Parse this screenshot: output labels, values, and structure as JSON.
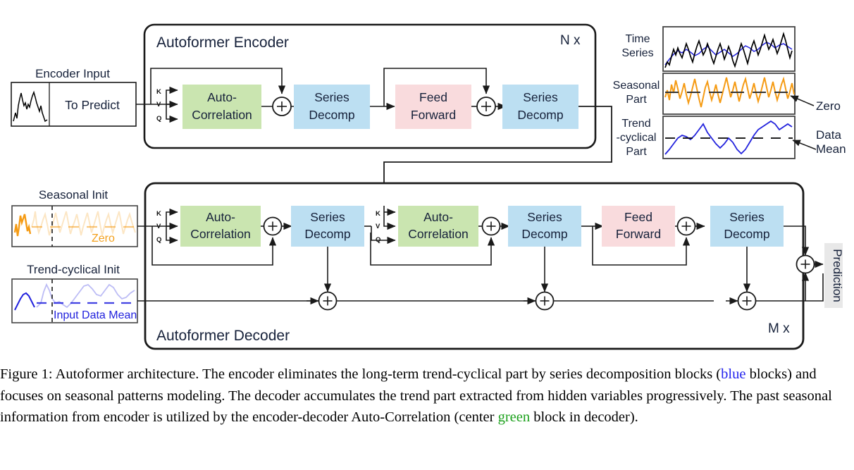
{
  "figure": {
    "encoder": {
      "title": "Autoformer Encoder",
      "repeat": "N x",
      "blocks": [
        {
          "id": "enc-autocorr",
          "line1": "Auto-",
          "line2": "Correlation",
          "color": "#cae5b0",
          "kind": "green"
        },
        {
          "id": "enc-decomp-1",
          "line1": "Series",
          "line2": "Decomp",
          "color": "#bcdff2",
          "kind": "blue"
        },
        {
          "id": "enc-ff",
          "line1": "Feed",
          "line2": "Forward",
          "color": "#f9dbdd",
          "kind": "pink"
        },
        {
          "id": "enc-decomp-2",
          "line1": "Series",
          "line2": "Decomp",
          "color": "#bcdff2",
          "kind": "blue"
        }
      ],
      "qkv": [
        "K",
        "V",
        "Q"
      ]
    },
    "decoder": {
      "title": "Autoformer Decoder",
      "repeat": "M x",
      "blocks": [
        {
          "id": "dec-autocorr-1",
          "line1": "Auto-",
          "line2": "Correlation",
          "color": "#cae5b0",
          "kind": "green"
        },
        {
          "id": "dec-decomp-1",
          "line1": "Series",
          "line2": "Decomp",
          "color": "#bcdff2",
          "kind": "blue"
        },
        {
          "id": "dec-autocorr-2",
          "line1": "Auto-",
          "line2": "Correlation",
          "color": "#cae5b0",
          "kind": "green"
        },
        {
          "id": "dec-decomp-2",
          "line1": "Series",
          "line2": "Decomp",
          "color": "#bcdff2",
          "kind": "blue"
        },
        {
          "id": "dec-ff",
          "line1": "Feed",
          "line2": "Forward",
          "color": "#f9dbdd",
          "kind": "pink"
        },
        {
          "id": "dec-decomp-3",
          "line1": "Series",
          "line2": "Decomp",
          "color": "#bcdff2",
          "kind": "blue"
        }
      ],
      "qkv": [
        "K",
        "V",
        "Q"
      ]
    },
    "inputs": {
      "encoder_input_label": "Encoder Input",
      "to_predict_label": "To Predict",
      "seasonal_init_label": "Seasonal Init",
      "trend_init_label": "Trend-cyclical Init",
      "zero_inline_label": "Zero",
      "input_data_mean_label": "Input Data Mean"
    },
    "output": {
      "prediction_label": "Prediction"
    },
    "plots": {
      "panels": [
        {
          "id": "time-series",
          "label_lines": [
            "Time",
            "Series"
          ],
          "annotation": null
        },
        {
          "id": "seasonal-part",
          "label_lines": [
            "Seasonal",
            "Part"
          ],
          "annotation": "Zero"
        },
        {
          "id": "trend-cyclical-part",
          "label_lines": [
            "Trend",
            "-cyclical",
            "Part"
          ],
          "annotation_lines": [
            "Data",
            "Mean"
          ]
        }
      ]
    },
    "operator_symbol": "+",
    "colors": {
      "green_block": "#cae5b0",
      "blue_block": "#bcdff2",
      "pink_block": "#f9dbdd",
      "stroke": "#1a1a1a",
      "series_black": "#000000",
      "series_blue": "#2222dd",
      "series_orange": "#f59b14",
      "prediction_bg": "#e8e8e8"
    }
  },
  "caption": {
    "prefix": "Figure 1: Autoformer architecture. The encoder eliminates the long-term trend-cyclical part by series decomposition blocks (",
    "blue_word": "blue",
    "mid": " blocks) and focuses on seasonal patterns modeling. The decoder accumulates the trend part extracted from hidden variables progressively. The past seasonal information from encoder is utilized by the encoder-decoder Auto-Correlation (center ",
    "green_word": "green",
    "suffix": " block in decoder)."
  }
}
